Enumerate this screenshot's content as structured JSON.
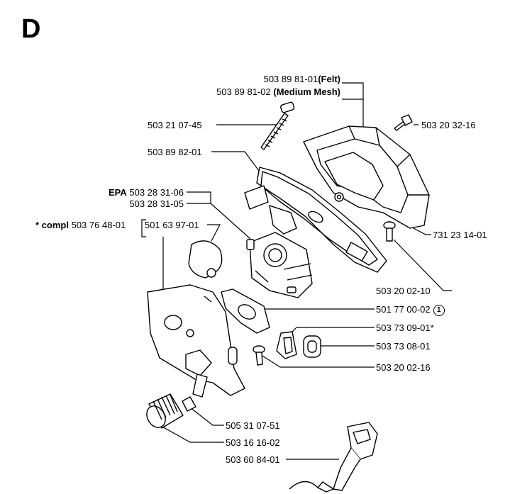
{
  "section": "D",
  "parts": {
    "felt_no": "503 89 81-01",
    "felt_note": "(Felt)",
    "mesh_no": "503 89 81-02",
    "mesh_note": "(Medium Mesh)",
    "screw_top_left": "503 21 07-45",
    "screw_top_right": "503 20 32-16",
    "air_filter_holder": "503 89 82-01",
    "epa_prefix": "EPA",
    "carb_epa": "503 28 31-06",
    "carb_std": "503 28 31-05",
    "compl_prefix": "* compl",
    "compl_no": "503 76 48-01",
    "primer_bulb": "501 63 97-01",
    "nut": "731 23 14-01",
    "screw_mid": "503 20 02-10",
    "gasket": "501 77 00-02",
    "gasket_note": "1",
    "grommet_a": "503 73 09-01*",
    "grommet_b": "503 73 08-01",
    "screw_low": "503 20 02-16",
    "spacer": "505 31 07-51",
    "knob": "503 16 16-02",
    "linkage": "503 60 84-01"
  }
}
